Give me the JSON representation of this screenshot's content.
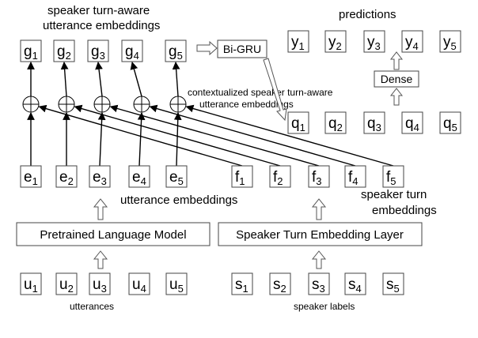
{
  "caption_speaker_aware": [
    "speaker turn-aware",
    "utterance embeddings"
  ],
  "caption_predictions": "predictions",
  "caption_contextualized": [
    "contextualized speaker turn-aware",
    "utterance embeddings"
  ],
  "caption_utterance_embeddings": "utterance embeddings",
  "caption_speaker_turn_embeddings": [
    "speaker turn",
    "embeddings"
  ],
  "caption_utterances": "utterances",
  "caption_speaker_labels": "speaker labels",
  "bigru_label": "Bi-GRU",
  "dense_label": "Dense",
  "plm_label": "Pretrained Language Model",
  "ster_label": "Speaker Turn Embedding Layer",
  "g_nodes": [
    {
      "base": "g",
      "sub": "1"
    },
    {
      "base": "g",
      "sub": "2"
    },
    {
      "base": "g",
      "sub": "3"
    },
    {
      "base": "g",
      "sub": "4"
    },
    {
      "base": "g",
      "sub": "5"
    }
  ],
  "y_nodes": [
    {
      "base": "y",
      "sub": "1"
    },
    {
      "base": "y",
      "sub": "2"
    },
    {
      "base": "y",
      "sub": "3"
    },
    {
      "base": "y",
      "sub": "4"
    },
    {
      "base": "y",
      "sub": "5"
    }
  ],
  "q_nodes": [
    {
      "base": "q",
      "sub": "1"
    },
    {
      "base": "q",
      "sub": "2"
    },
    {
      "base": "q",
      "sub": "3"
    },
    {
      "base": "q",
      "sub": "4"
    },
    {
      "base": "q",
      "sub": "5"
    }
  ],
  "e_nodes": [
    {
      "base": "e",
      "sub": "1"
    },
    {
      "base": "e",
      "sub": "2"
    },
    {
      "base": "e",
      "sub": "3"
    },
    {
      "base": "e",
      "sub": "4"
    },
    {
      "base": "e",
      "sub": "5"
    }
  ],
  "f_nodes": [
    {
      "base": "f",
      "sub": "1"
    },
    {
      "base": "f",
      "sub": "2"
    },
    {
      "base": "f",
      "sub": "3"
    },
    {
      "base": "f",
      "sub": "4"
    },
    {
      "base": "f",
      "sub": "5"
    }
  ],
  "u_nodes": [
    {
      "base": "u",
      "sub": "1"
    },
    {
      "base": "u",
      "sub": "2"
    },
    {
      "base": "u",
      "sub": "3"
    },
    {
      "base": "u",
      "sub": "4"
    },
    {
      "base": "u",
      "sub": "5"
    }
  ],
  "s_nodes": [
    {
      "base": "s",
      "sub": "1"
    },
    {
      "base": "s",
      "sub": "2"
    },
    {
      "base": "s",
      "sub": "3"
    },
    {
      "base": "s",
      "sub": "4"
    },
    {
      "base": "s",
      "sub": "5"
    }
  ]
}
